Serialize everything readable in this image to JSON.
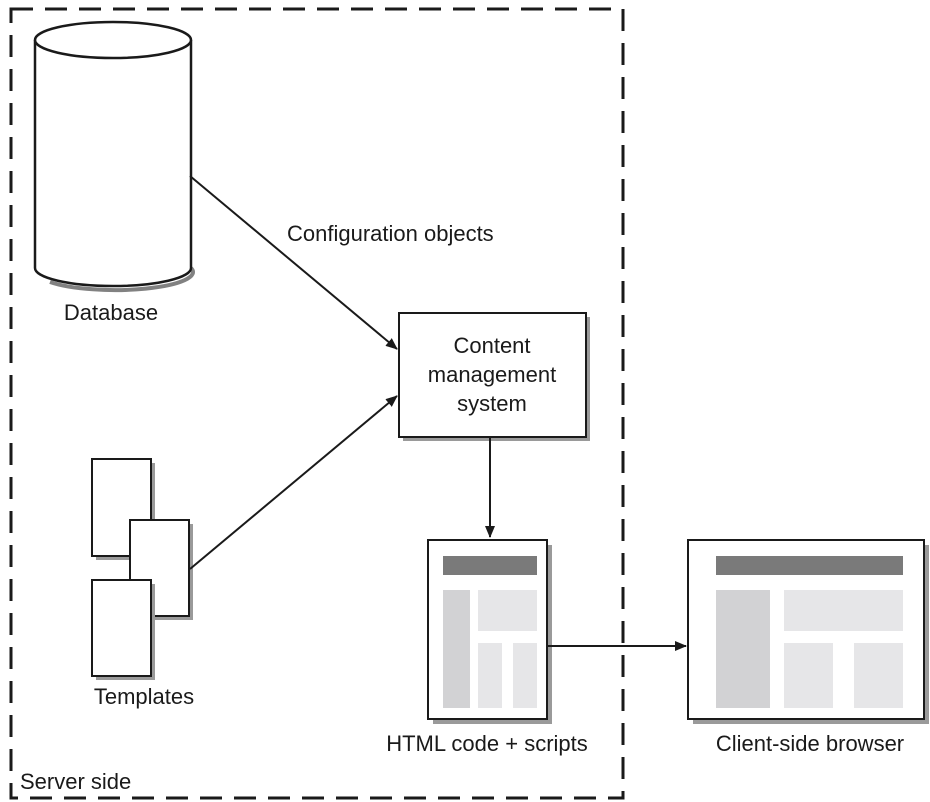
{
  "diagram": {
    "server_boundary_label": "Server side",
    "database_label": "Database",
    "templates_label": "Templates",
    "edge_label_config": "Configuration objects",
    "cms_label_lines": [
      "Content",
      "management",
      "system"
    ],
    "html_code_label": "HTML code + scripts",
    "browser_label": "Client-side browser"
  },
  "colors": {
    "stroke": "#1a1a1a",
    "shadow": "#9a9a9a",
    "header_bar": "#7a7a7a",
    "side_panel": "#d2d2d4",
    "content_block": "#e6e6e8",
    "paper": "#ffffff"
  }
}
